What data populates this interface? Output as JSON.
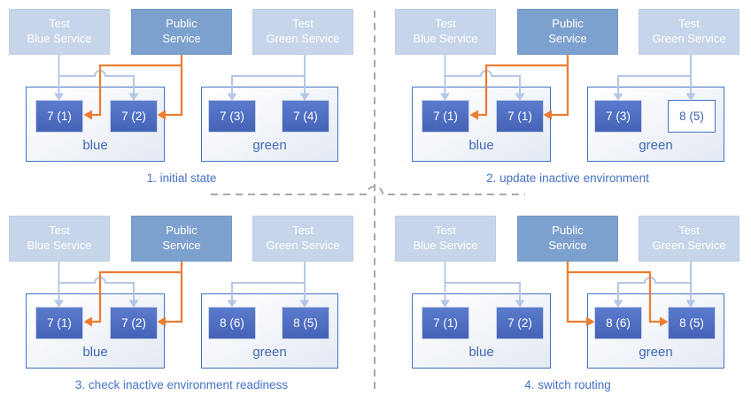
{
  "colors": {
    "accent_orange": "#ED7D31",
    "arrow_light_blue": "#B4C7E7",
    "pod_blue": "#4B6CC1",
    "service_light_blue": "#C7D5EA",
    "service_medium_blue": "#7DA1CE",
    "environment_border_blue": "#4472C4",
    "caption_blue": "#4472C4",
    "separator_gray": "#A8A8A8"
  },
  "quadrants": [
    {
      "caption": "1. initial state",
      "public_route": "blue",
      "services": [
        {
          "line1": "Test",
          "line2": "Blue Service"
        },
        {
          "line1": "Public",
          "line2": "Service"
        },
        {
          "line1": "Test",
          "line2": "Green Service"
        }
      ],
      "environments": [
        {
          "name": "blue",
          "pods": [
            {
              "label": "7 (1)",
              "style": "solid"
            },
            {
              "label": "7 (2)",
              "style": "solid"
            }
          ]
        },
        {
          "name": "green",
          "pods": [
            {
              "label": "7 (3)",
              "style": "solid"
            },
            {
              "label": "7 (4)",
              "style": "solid"
            }
          ]
        }
      ]
    },
    {
      "caption": "2. update inactive environment",
      "public_route": "blue",
      "services": [
        {
          "line1": "Test",
          "line2": "Blue Service"
        },
        {
          "line1": "Public",
          "line2": "Service"
        },
        {
          "line1": "Test",
          "line2": "Green Service"
        }
      ],
      "environments": [
        {
          "name": "blue",
          "pods": [
            {
              "label": "7 (1)",
              "style": "solid"
            },
            {
              "label": "7 (1)",
              "style": "solid"
            }
          ]
        },
        {
          "name": "green",
          "pods": [
            {
              "label": "7 (3)",
              "style": "solid"
            },
            {
              "label": "8 (5)",
              "style": "outline"
            }
          ]
        }
      ]
    },
    {
      "caption": "3. check inactive environment readiness",
      "public_route": "blue",
      "services": [
        {
          "line1": "Test",
          "line2": "Blue Service"
        },
        {
          "line1": "Public",
          "line2": "Service"
        },
        {
          "line1": "Test",
          "line2": "Green Service"
        }
      ],
      "environments": [
        {
          "name": "blue",
          "pods": [
            {
              "label": "7 (1)",
              "style": "solid"
            },
            {
              "label": "7 (2)",
              "style": "solid"
            }
          ]
        },
        {
          "name": "green",
          "pods": [
            {
              "label": "8 (6)",
              "style": "solid"
            },
            {
              "label": "8 (5)",
              "style": "solid"
            }
          ]
        }
      ]
    },
    {
      "caption": "4. switch routing",
      "public_route": "green",
      "services": [
        {
          "line1": "Test",
          "line2": "Blue Service"
        },
        {
          "line1": "Public",
          "line2": "Service"
        },
        {
          "line1": "Test",
          "line2": "Green Service"
        }
      ],
      "environments": [
        {
          "name": "blue",
          "pods": [
            {
              "label": "7 (1)",
              "style": "solid"
            },
            {
              "label": "7 (2)",
              "style": "solid"
            }
          ]
        },
        {
          "name": "green",
          "pods": [
            {
              "label": "8 (6)",
              "style": "solid"
            },
            {
              "label": "8 (5)",
              "style": "solid"
            }
          ]
        }
      ]
    }
  ]
}
